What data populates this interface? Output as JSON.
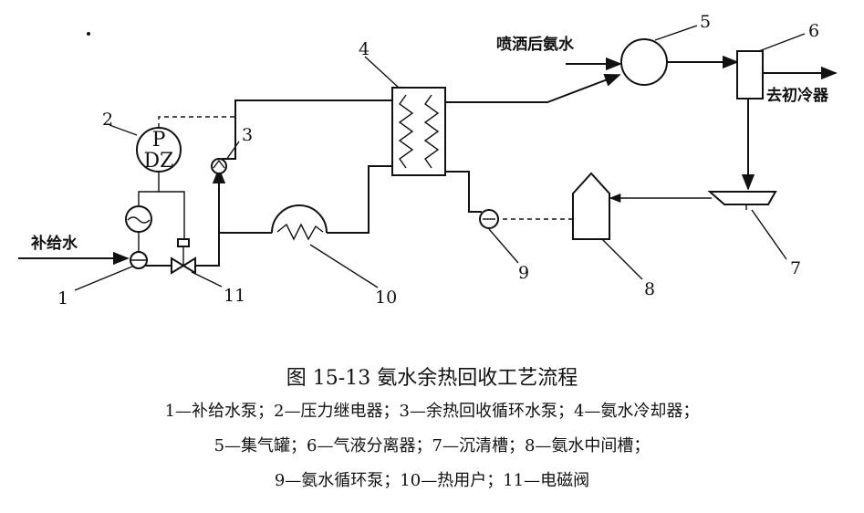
{
  "labels": {
    "makeup_water": "补给水",
    "sprayed_ammonia_water": "喷洒后氨水",
    "to_primary_cooler": "去初冷器",
    "relay_p": "P",
    "relay_dz": "DZ"
  },
  "numbers": {
    "n1": "1",
    "n2": "2",
    "n3": "3",
    "n4": "4",
    "n5": "5",
    "n6": "6",
    "n7": "7",
    "n8": "8",
    "n9": "9",
    "n10": "10",
    "n11": "11"
  },
  "caption": {
    "title": "图 15-13   氨水余热回收工艺流程",
    "line1": "1—补给水泵；2—压力继电器；3—余热回收循环水泵；4—氨水冷却器；",
    "line2": "5—集气罐；6—气液分离器；7—沉清槽；8—氨水中间槽；",
    "line3": "9—氨水循环泵；10—热用户；11—电磁阀"
  }
}
